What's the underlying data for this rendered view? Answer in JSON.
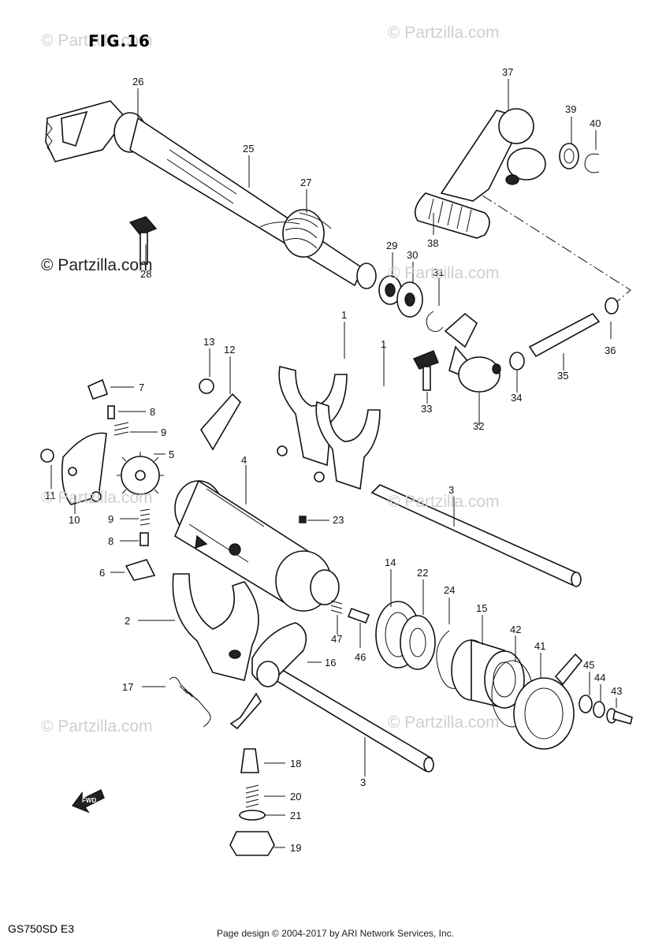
{
  "figure": {
    "title": "FIG.16"
  },
  "footer": {
    "model": "GS750SD  E3",
    "credit": "Page design © 2004-2017 by ARI Network Services, Inc."
  },
  "watermark": {
    "text": "© Partzilla.com",
    "color": "#cfcfcf"
  },
  "direction_marker": {
    "text": "FWD"
  },
  "part_labels": {
    "p1a": "1",
    "p1b": "1",
    "p2": "2",
    "p3a": "3",
    "p3b": "3",
    "p4": "4",
    "p5": "5",
    "p6": "6",
    "p7": "7",
    "p8a": "8",
    "p8b": "8",
    "p9a": "9",
    "p9b": "9",
    "p10": "10",
    "p11": "11",
    "p12": "12",
    "p13": "13",
    "p14": "14",
    "p15": "15",
    "p16": "16",
    "p17": "17",
    "p18": "18",
    "p19": "19",
    "p20": "20",
    "p21": "21",
    "p22": "22",
    "p23": "23",
    "p24": "24",
    "p25": "25",
    "p26": "26",
    "p27": "27",
    "p28": "28",
    "p29": "29",
    "p30": "30",
    "p31": "31",
    "p32": "32",
    "p33": "33",
    "p34": "34",
    "p35": "35",
    "p36": "36",
    "p37": "37",
    "p38": "38",
    "p39": "39",
    "p40": "40",
    "p41": "41",
    "p42": "42",
    "p43": "43",
    "p44": "44",
    "p45": "45",
    "p46": "46",
    "p47": "47"
  }
}
